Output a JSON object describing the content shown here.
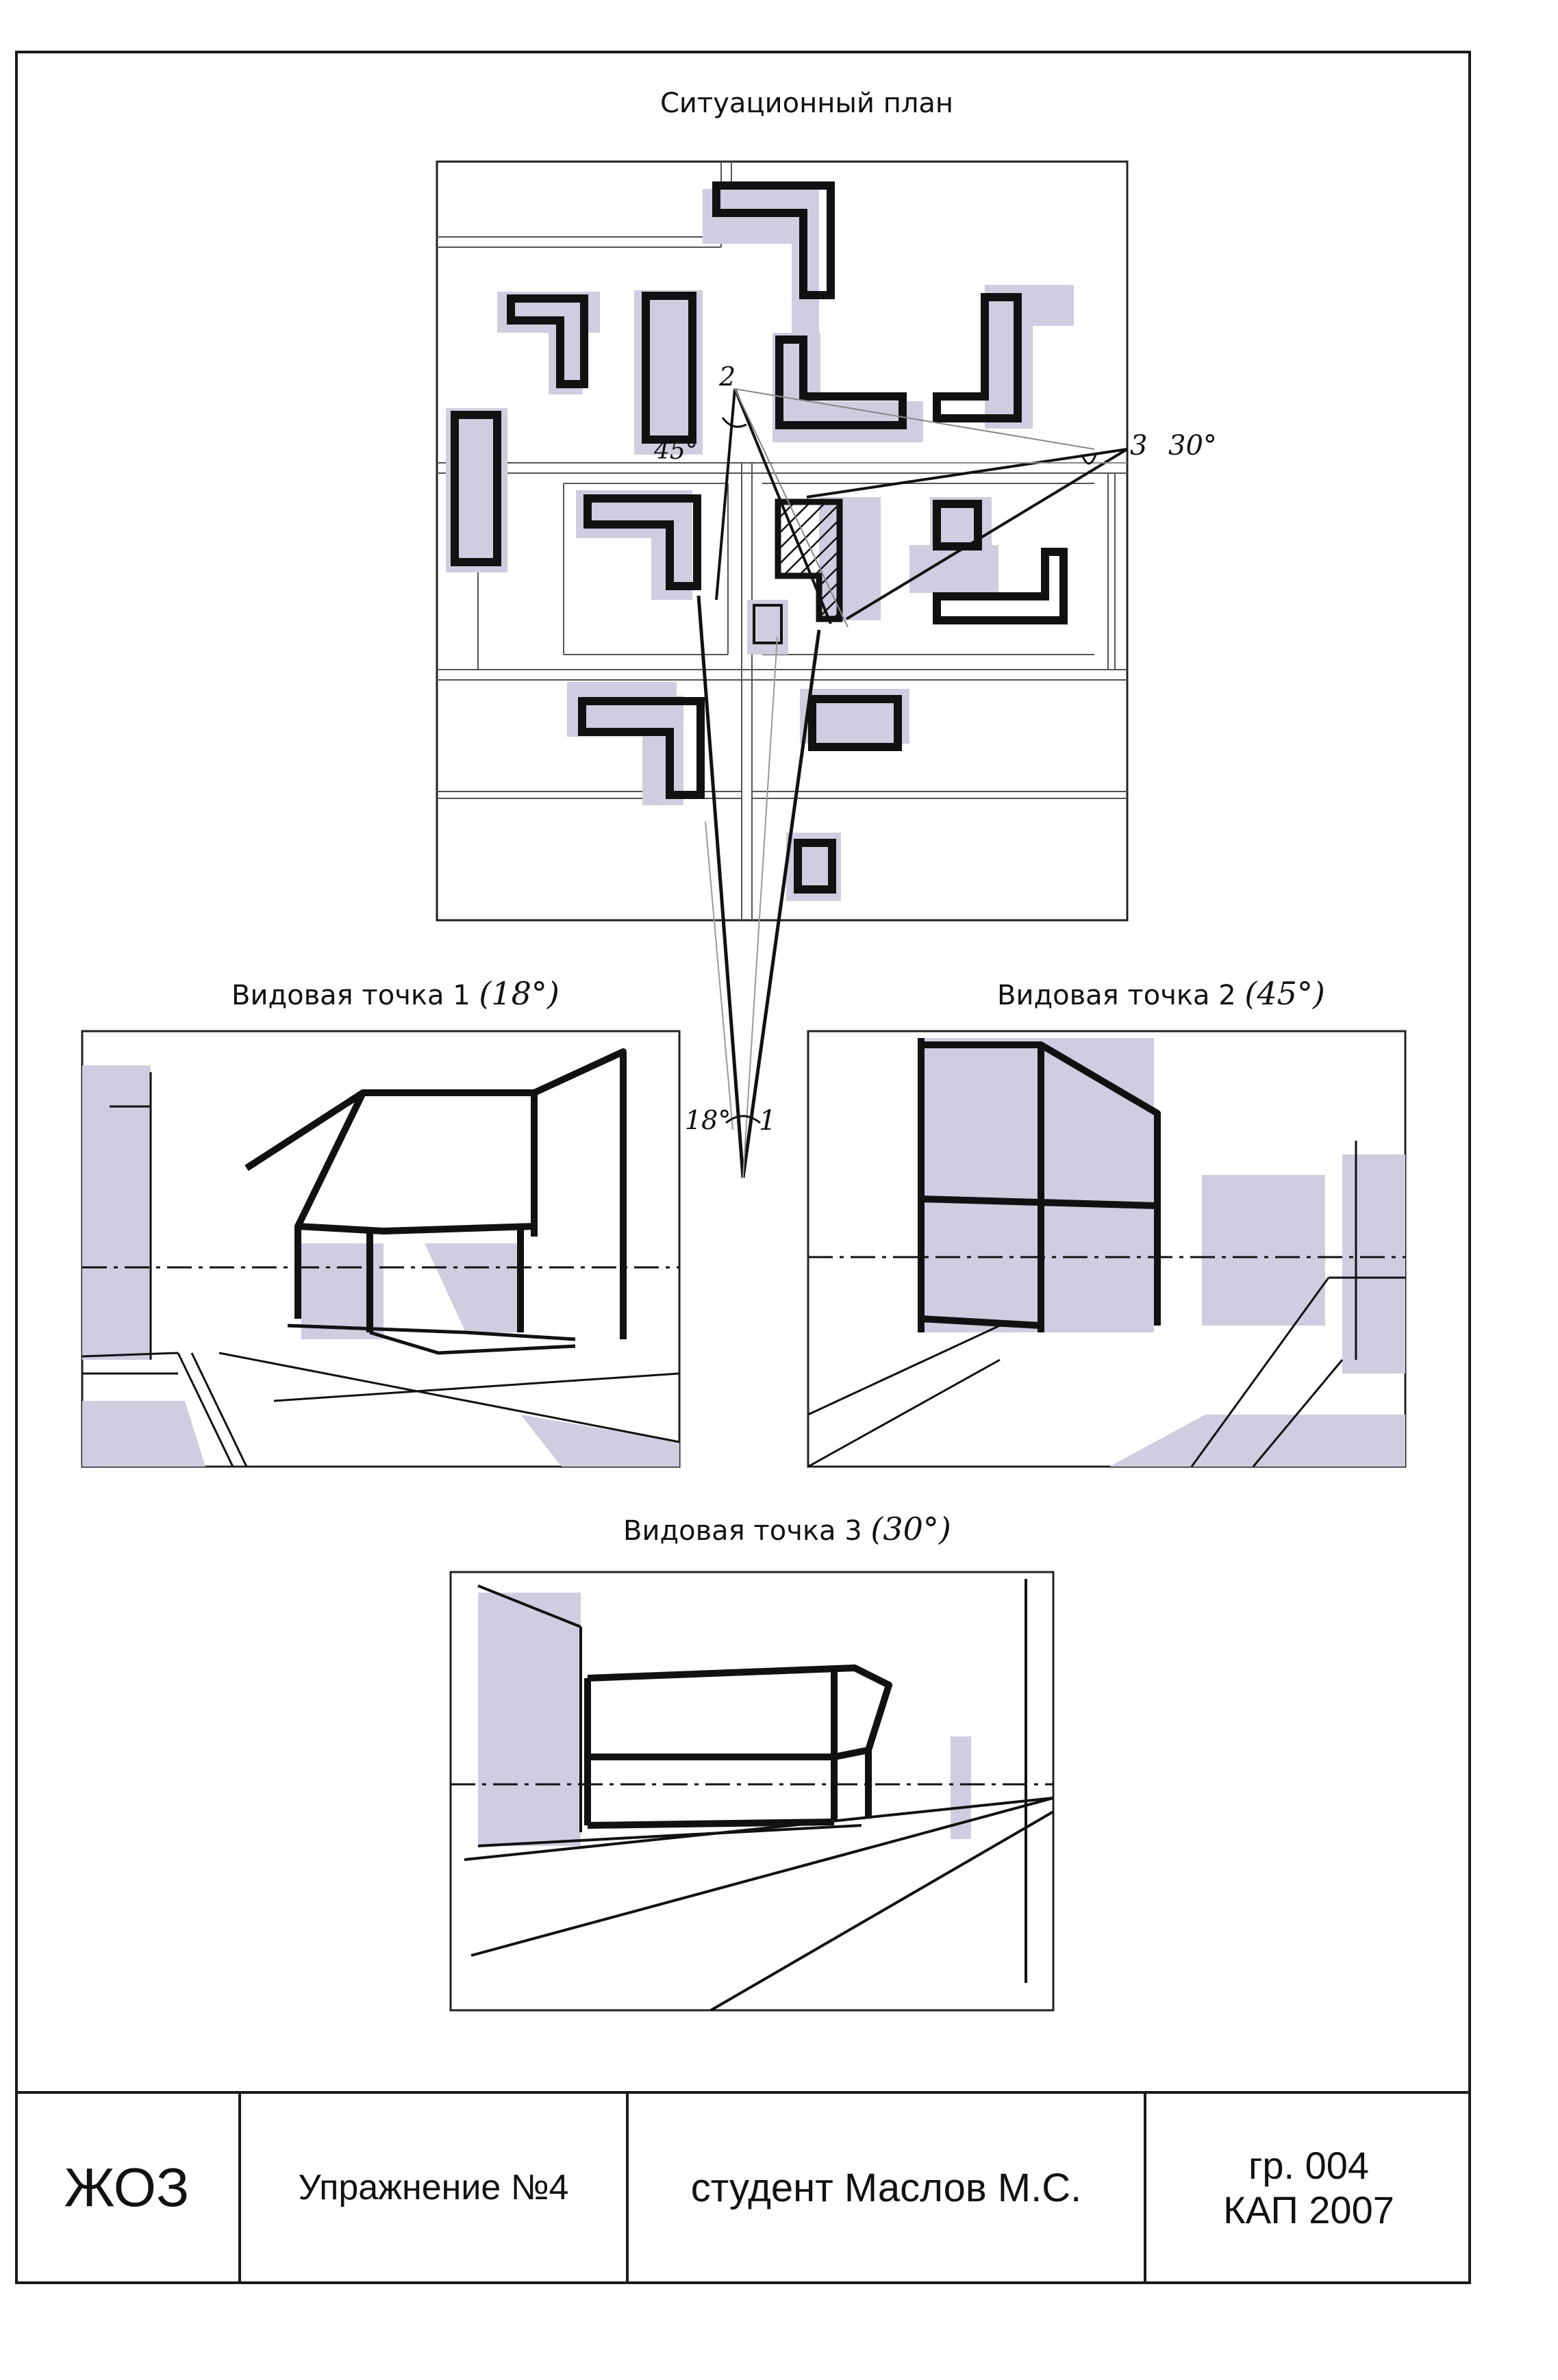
{
  "sheet": {
    "site_plan_title": "Ситуационный план",
    "views": [
      {
        "label": "Видовая точка 1",
        "angle": "(18°)"
      },
      {
        "label": "Видовая точка 2",
        "angle": "(45°)"
      },
      {
        "label": "Видовая точка 3",
        "angle": "(30°)"
      }
    ],
    "plan_marks": {
      "vp1": "1",
      "vp1_angle": "18°",
      "vp2": "2",
      "vp2_angle": "45°",
      "vp3": "3",
      "vp3_angle": "30°"
    }
  },
  "stamp": {
    "code": "ЖОЗ",
    "exercise": "Упражнение №4",
    "student": "студент Маслов М.С.",
    "group": "гр. 004",
    "course": "КАП 2007"
  },
  "colors": {
    "ink": "#111111",
    "shadow": "#cfcde0",
    "paper": "#ffffff"
  }
}
